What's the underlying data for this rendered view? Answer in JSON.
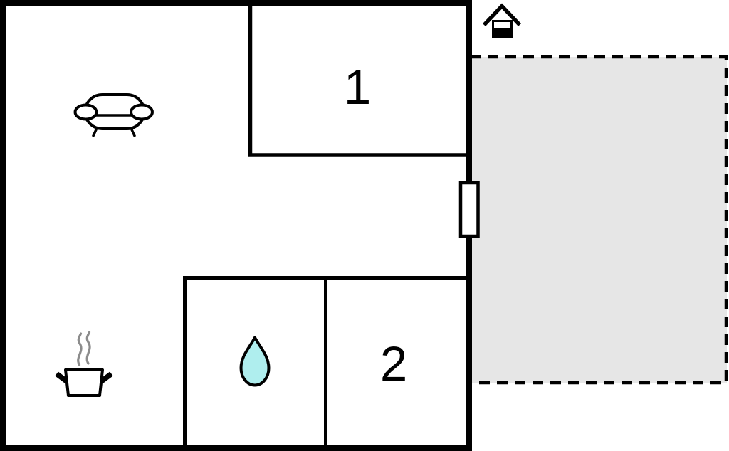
{
  "floor_plan": {
    "kind": "apartment-floor-plan",
    "rooms": {
      "room1": {
        "label": "1"
      },
      "room2": {
        "label": "2"
      },
      "living_area": {
        "icon": "sofa-icon"
      },
      "kitchen_area": {
        "icon": "steaming-pot-icon"
      },
      "bathroom": {
        "icon": "water-drop-icon"
      }
    },
    "markers": {
      "entrance": {
        "icon": "house-icon"
      },
      "door": {
        "icon": "door-opening"
      },
      "terrace": {
        "style": "dashed-outline"
      }
    },
    "colors": {
      "wall": "#000000",
      "background": "#ffffff",
      "terrace_fill": "#e6e6e6",
      "drop_fill": "#afeeee",
      "steam": "#8c8c8c",
      "room_fill": "#ffffff"
    }
  }
}
